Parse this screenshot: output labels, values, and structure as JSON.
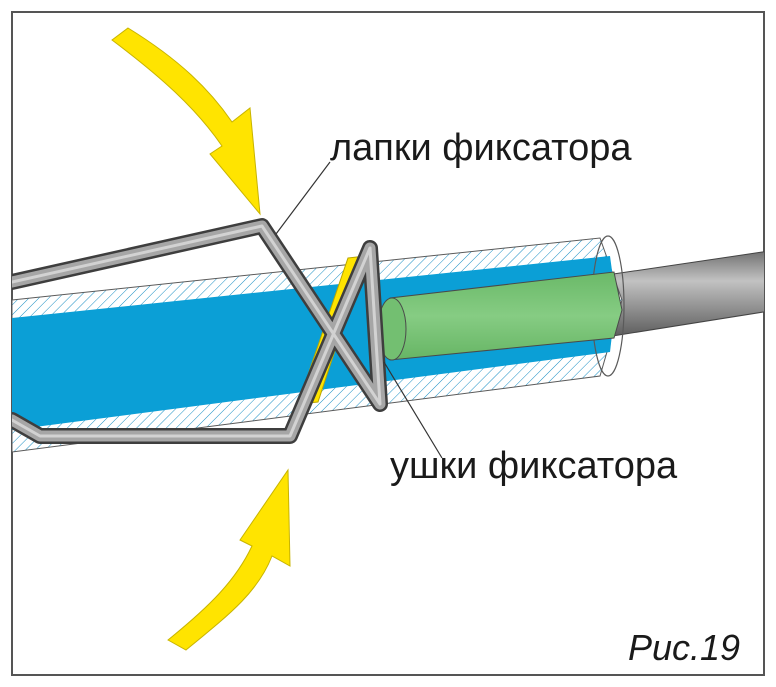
{
  "labels": {
    "latch_tabs": "лапки фиксатора",
    "latch_ears": "ушки фиксатора",
    "figure_caption": "Рис.19"
  },
  "colors": {
    "frame": "#555555",
    "sheath_blue": "#0b9fd6",
    "core_green": "#7cc47a",
    "wire_grey": "#8c8c8c",
    "arrow_yellow": "#ffe400",
    "hatch": "#1a8fc4"
  }
}
